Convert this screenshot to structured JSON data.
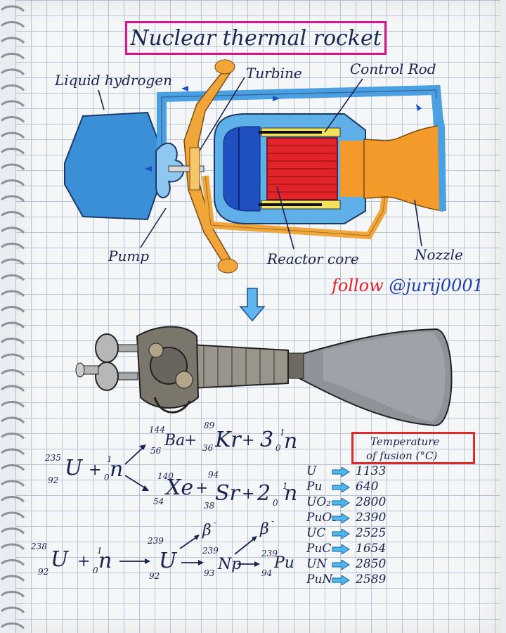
{
  "diagram": {
    "title": "Nuclear thermal rocket",
    "labels": {
      "liquid_hydrogen": "Liquid hydrogen",
      "turbine": "Turbine",
      "control_rod": "Control Rod",
      "pump": "Pump",
      "reactor_core": "Reactor core",
      "nozzle": "Nozzle"
    },
    "follow": {
      "word": "follow",
      "handle": "@jurij0001"
    },
    "colors": {
      "hydrogen_blue": "#3b8fd6",
      "turbine_orange": "#f0a63a",
      "core_red": "#e3232a",
      "rod_yellow": "#f3e35a",
      "nozzle_orange": "#f39a2a",
      "title_border": "#d6178a"
    }
  },
  "equations": {
    "fission1": {
      "u_mass": "235",
      "u_num": "92",
      "u": "U",
      "plus": "+",
      "n_mass": "1",
      "n_num": "0",
      "n": "n",
      "p1": {
        "mass": "144",
        "num": "56",
        "sym": "Ba"
      },
      "p2": {
        "mass": "89",
        "num": "36",
        "sym": "Kr"
      },
      "p3": {
        "coef": "3",
        "mass": "1",
        "num": "0",
        "sym": "n"
      },
      "p4": {
        "mass": "140",
        "num": "54",
        "sym": "Xe"
      },
      "p5": {
        "mass": "94",
        "num": "38",
        "sym": "Sr"
      },
      "p6": {
        "coef": "2",
        "mass": "1",
        "num": "0",
        "sym": "n"
      }
    },
    "breeding": {
      "u_mass": "238",
      "u_num": "92",
      "u": "U",
      "plus": "+",
      "n_mass": "1",
      "n_num": "0",
      "n": "n",
      "u239_mass": "239",
      "u239_num": "92",
      "u239": "U",
      "beta1": "β",
      "beta_sign": "-",
      "np_mass": "239",
      "np_num": "93",
      "np": "Np",
      "beta2": "β",
      "pu_mass": "239",
      "pu_num": "94",
      "pu": "Pu"
    }
  },
  "temperature": {
    "header_line1": "Temperature",
    "header_line2": "of fusion (°C)",
    "rows": [
      {
        "substance": "U",
        "value": "1133"
      },
      {
        "substance": "Pu",
        "value": "640"
      },
      {
        "substance": "UO₂",
        "value": "2800"
      },
      {
        "substance": "PuO₂",
        "value": "2390"
      },
      {
        "substance": "UC",
        "value": "2525"
      },
      {
        "substance": "PuC",
        "value": "1654"
      },
      {
        "substance": "UN",
        "value": "2850"
      },
      {
        "substance": "PuN",
        "value": "2589"
      }
    ]
  }
}
